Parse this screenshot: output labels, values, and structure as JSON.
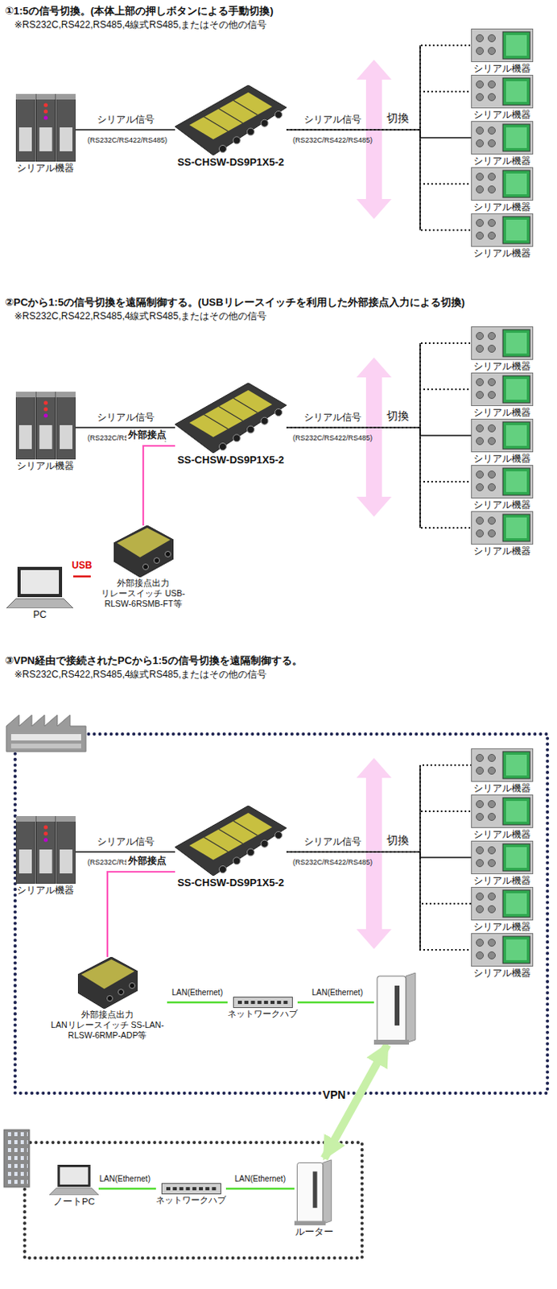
{
  "diagram": {
    "nodes": [
      {
        "text": [
          "シリアル機器"
        ]
      },
      {
        "text": [
          "SS-CHSW-DS9P1X5-2"
        ]
      },
      {
        "text": [
          "シリアル機器"
        ]
      },
      {
        "text": [
          "シリアル機器"
        ]
      },
      {
        "text": [
          "シリアル機器"
        ]
      },
      {
        "text": [
          "シリアル機器"
        ]
      },
      {
        "text": [
          "シリアル機器"
        ]
      },
      {
        "text": [
          "シリアル機器"
        ]
      },
      {
        "text": [
          "SS-CHSW-DS9P1X5-2"
        ]
      },
      {
        "text": [
          "シリアル機器"
        ]
      },
      {
        "text": [
          "シリアル機器"
        ]
      },
      {
        "text": [
          "シリアル機器"
        ]
      },
      {
        "text": [
          "シリアル機器"
        ]
      },
      {
        "text": [
          "シリアル機器"
        ]
      },
      {
        "text": [
          "PC"
        ]
      },
      {
        "text": [
          "外部接点出力 リレースイッチ USB-RLSW-6RSMB-FT等"
        ]
      },
      {
        "text": [
          "シリアル機器"
        ]
      },
      {
        "text": [
          "SS-CHSW-DS9P1X5-2"
        ]
      },
      {
        "text": [
          "シリアル機器"
        ]
      },
      {
        "text": [
          "シリアル機器"
        ]
      },
      {
        "text": [
          "シリアル機器"
        ]
      },
      {
        "text": [
          "シリアル機器"
        ]
      },
      {
        "text": [
          "シリアル機器"
        ]
      },
      {
        "text": [
          "外部接点出力 LANリレースイッチ SS-LAN-RLSW-6RMP-ADP等"
        ]
      },
      {
        "text": [
          "ネットワークハブ"
        ]
      },
      {
        "text": []
      },
      {
        "text": [
          "ノートPC"
        ]
      },
      {
        "text": [
          "ネットワークハブ"
        ]
      },
      {
        "text": [
          "ルーター"
        ]
      }
    ],
    "edges": [
      {
        "from": 0,
        "to": 1,
        "label": "シリアル信号",
        "arrow": "none"
      },
      {
        "from": 1,
        "to": 2,
        "arrow": "none"
      },
      {
        "from": 1,
        "to": 3,
        "arrow": "none"
      },
      {
        "from": 1,
        "to": 4,
        "label": "シリアル信号",
        "arrow": "none"
      },
      {
        "from": 1,
        "to": 5,
        "arrow": "none"
      },
      {
        "from": 1,
        "to": 6,
        "arrow": "none"
      },
      {
        "from": 7,
        "to": 8,
        "label": "シリアル信号",
        "arrow": "none"
      },
      {
        "from": 8,
        "to": 9,
        "arrow": "none"
      },
      {
        "from": 8,
        "to": 10,
        "arrow": "none"
      },
      {
        "from": 8,
        "to": 11,
        "label": "シリアル信号",
        "arrow": "none"
      },
      {
        "from": 8,
        "to": 12,
        "arrow": "none"
      },
      {
        "from": 8,
        "to": 13,
        "arrow": "none"
      },
      {
        "from": 14,
        "to": 15,
        "label": "USB",
        "arrow": "none"
      },
      {
        "from": 15,
        "to": 8,
        "label": "外部接点",
        "arrow": "none"
      },
      {
        "from": 16,
        "to": 17,
        "label": "シリアル信号",
        "arrow": "none"
      },
      {
        "from": 17,
        "to": 18,
        "arrow": "none"
      },
      {
        "from": 17,
        "to": 19,
        "arrow": "none"
      },
      {
        "from": 17,
        "to": 20,
        "label": "シリアル信号",
        "arrow": "none"
      },
      {
        "from": 17,
        "to": 21,
        "arrow": "none"
      },
      {
        "from": 17,
        "to": 22,
        "arrow": "none"
      },
      {
        "from": 23,
        "to": 17,
        "label": "外部接点",
        "arrow": "none"
      },
      {
        "from": 23,
        "to": 24,
        "label": "LAN(Ethernet)",
        "arrow": "none"
      },
      {
        "from": 24,
        "to": 25,
        "label": "LAN(Ethernet)",
        "arrow": "none"
      },
      {
        "from": 25,
        "to": 28,
        "label": "VPN",
        "arrow": "both"
      },
      {
        "from": 26,
        "to": 27,
        "label": "LAN(Ethernet)",
        "arrow": "none"
      },
      {
        "from": 27,
        "to": 28,
        "label": "LAN(Ethernet)",
        "arrow": "none"
      }
    ],
    "labels": [
      "①1:5の信号切換。(本体上部の押しボタンによる手動切換)",
      "※RS232C,RS422,RS485,4線式RS485,またはその他の信号",
      "(RS232C/RS422/RS485)",
      "(RS232C/RS422/RS485)",
      "切換",
      "②PCから1:5の信号切換を遠隔制御する。(USBリレースイッチを利用した外部接点入力による切換)",
      "※RS232C,RS422,RS485,4線式RS485,またはその他の信号",
      "(RS232C/RS422/RS485)",
      "(RS232C/RS422/RS485)",
      "切換",
      "③VPN経由で接続されたPCから1:5の信号切換を遠隔制御する。",
      "※RS232C,RS422,RS485,4線式RS485,またはその他の信号",
      "(RS232C/RS422/RS485)",
      "(RS232C/RS422/RS485)",
      "切換"
    ]
  }
}
